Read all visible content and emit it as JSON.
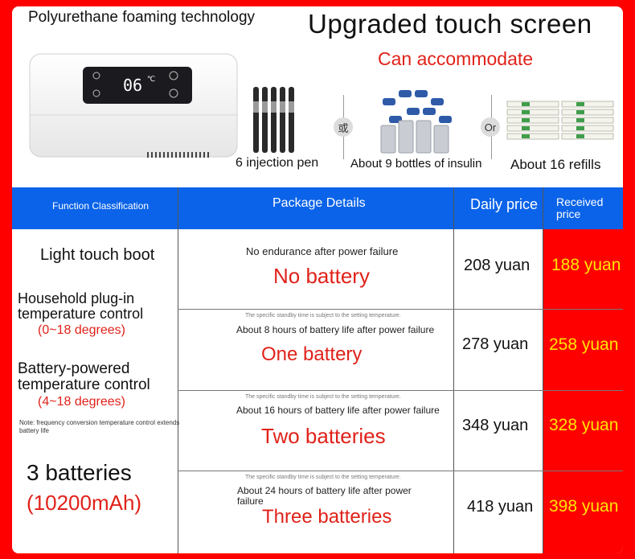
{
  "header": {
    "left_title": "Polyurethane foaming technology",
    "right_title": "Upgraded touch screen",
    "accommodate": "Can accommodate"
  },
  "device": {
    "display_temp": "06",
    "display_unit": "℃"
  },
  "capacity": {
    "pens_caption": "6 injection pen",
    "bottles_caption": "About 9 bottles of insulin",
    "refills_caption": "About 16 refills",
    "or_zh": "或",
    "or_en": "Or"
  },
  "table": {
    "headers": {
      "function": "Function Classification",
      "package": "Package Details",
      "daily": "Daily price",
      "received": "Received price"
    },
    "features": {
      "touch_boot": "Light touch boot",
      "household_line1": "Household plug-in",
      "household_line2": "temperature control",
      "household_range": "(0~18 degrees)",
      "battery_line1": "Battery-powered",
      "battery_line2": "temperature control",
      "battery_range": "(4~18 degrees)",
      "note": "Note: frequency conversion temperature control extends battery life",
      "batteries": "3 batteries",
      "capacity": "(10200mAh)"
    },
    "rows": [
      {
        "tiny": "",
        "desc": "No endurance after power failure",
        "title": "No battery",
        "daily": "208 yuan",
        "received": "188 yuan"
      },
      {
        "tiny": "The specific standby time is subject to the setting temperature.",
        "desc": "About 8 hours of battery life after power failure",
        "title": "One battery",
        "daily": "278 yuan",
        "received": "258 yuan"
      },
      {
        "tiny": "The specific standby time is subject to the setting temperature.",
        "desc": "About 16 hours of battery life after power failure",
        "title": "Two batteries",
        "daily": "348 yuan",
        "received": "328 yuan"
      },
      {
        "tiny": "The specific standby time is subject to the setting temperature.",
        "desc": "About 24 hours of battery life after power failure",
        "title": "Three batteries",
        "daily": "418 yuan",
        "received": "398 yuan"
      }
    ]
  },
  "colors": {
    "header_blue": "#0a63e8",
    "accent_red": "#ff0000",
    "price_yellow": "#ffe400"
  }
}
